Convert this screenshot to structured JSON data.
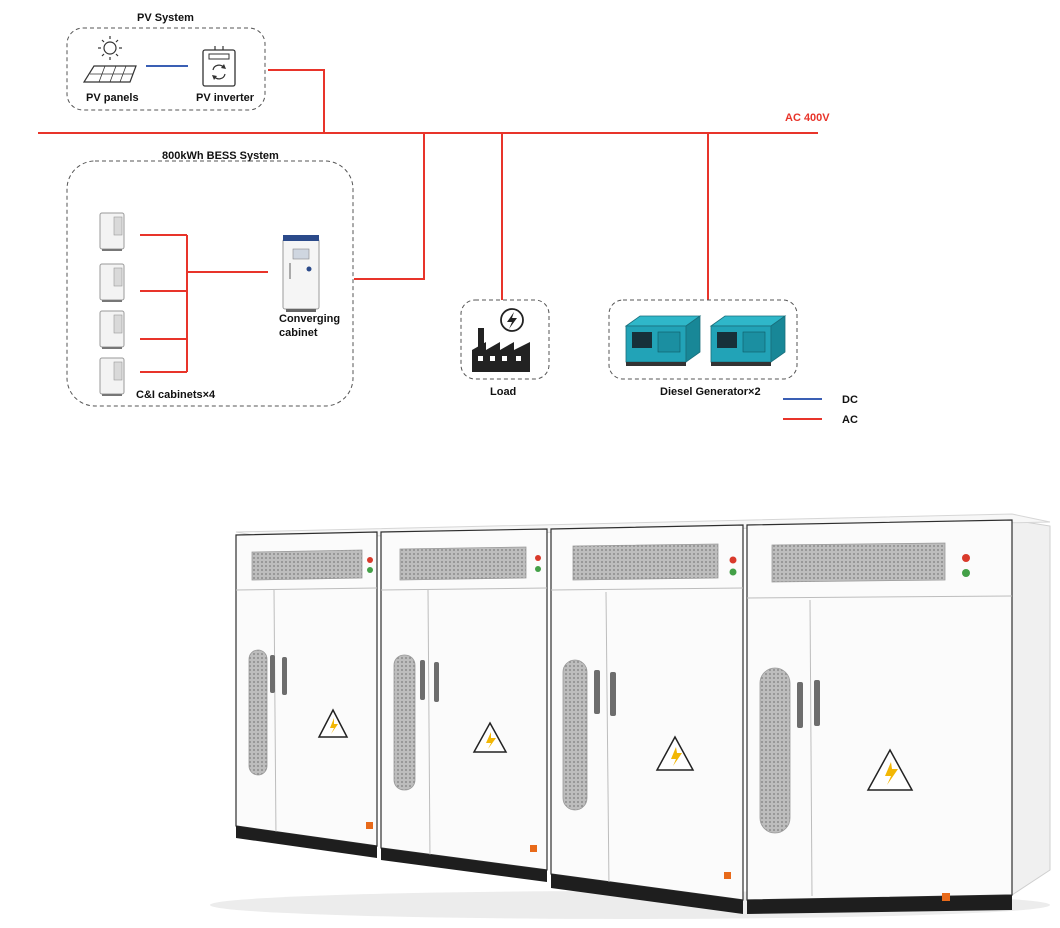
{
  "colors": {
    "dc": "#3a5fb4",
    "ac": "#e8342a",
    "dashed_border": "#555555"
  },
  "pv_system": {
    "title": "PV System",
    "panels_label": "PV panels",
    "inverter_label": "PV inverter",
    "panels_icon": "solar-panel-icon",
    "inverter_icon": "inverter-icon"
  },
  "bus": {
    "label": "AC 400V"
  },
  "bess_system": {
    "title": "800kWh BESS System",
    "cabinets_label": "C&I cabinets×4",
    "converging_label_line1": "Converging",
    "converging_label_line2": "cabinet"
  },
  "load": {
    "label": "Load",
    "icon": "factory-icon"
  },
  "diesel": {
    "label": "Diesel Generator×2",
    "icon": "generator-icon"
  },
  "legend": {
    "dc": "DC",
    "ac": "AC"
  },
  "photo": {
    "cabinets": [
      {
        "warning_text": "⚠︎"
      },
      {
        "warning_text": "⚠︎"
      },
      {
        "warning_text": "⚠︎"
      },
      {
        "warning_text": "⚠︎"
      }
    ]
  }
}
